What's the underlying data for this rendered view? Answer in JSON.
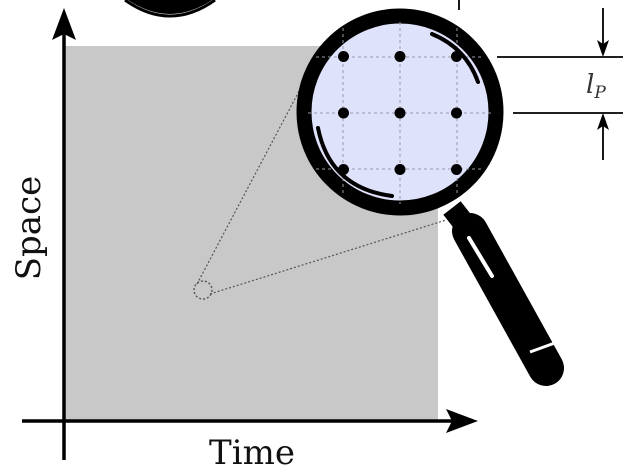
{
  "axes": {
    "x_label": "Time",
    "y_label": "Space"
  },
  "scale": {
    "symbol": "l",
    "subscript": "P"
  },
  "lattice": {
    "rows": 3,
    "cols": 3
  },
  "colors": {
    "region": "#c8c8c8",
    "lens": "#dfe2fb",
    "ink": "#000000",
    "grid": "#9a9aa8"
  }
}
